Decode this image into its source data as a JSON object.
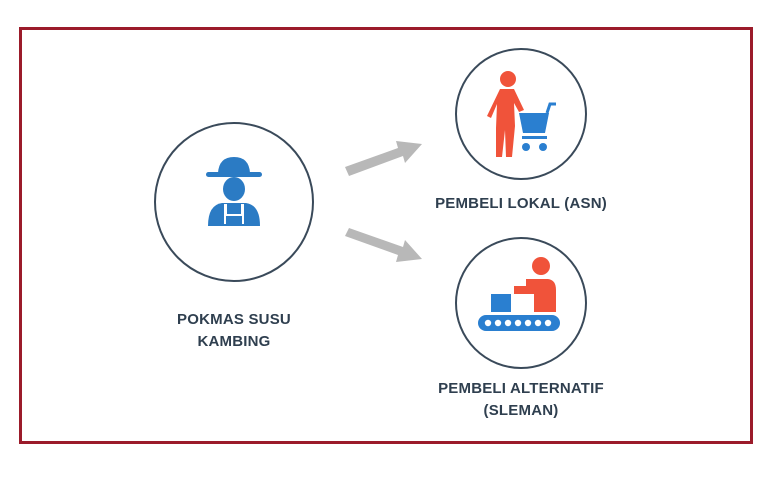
{
  "colors": {
    "frame_border": "#9b1b2a",
    "circle_border": "#3a4a5a",
    "label_text": "#2f3f4f",
    "farmer_blue": "#2b7bc4",
    "buyer_red": "#f0533a",
    "cart_blue": "#2a7fd0",
    "arrow_gray": "#b8b8b8"
  },
  "diagram": {
    "source": {
      "label_line1": "POKMAS SUSU",
      "label_line2": "KAMBING",
      "icon": "farmer-icon"
    },
    "target_local": {
      "label": "PEMBELI LOKAL (ASN)",
      "icon": "shopper-cart-icon"
    },
    "target_alt": {
      "label_line1": "PEMBELI ALTERNATIF",
      "label_line2": "(SLEMAN)",
      "icon": "conveyor-worker-icon"
    }
  }
}
